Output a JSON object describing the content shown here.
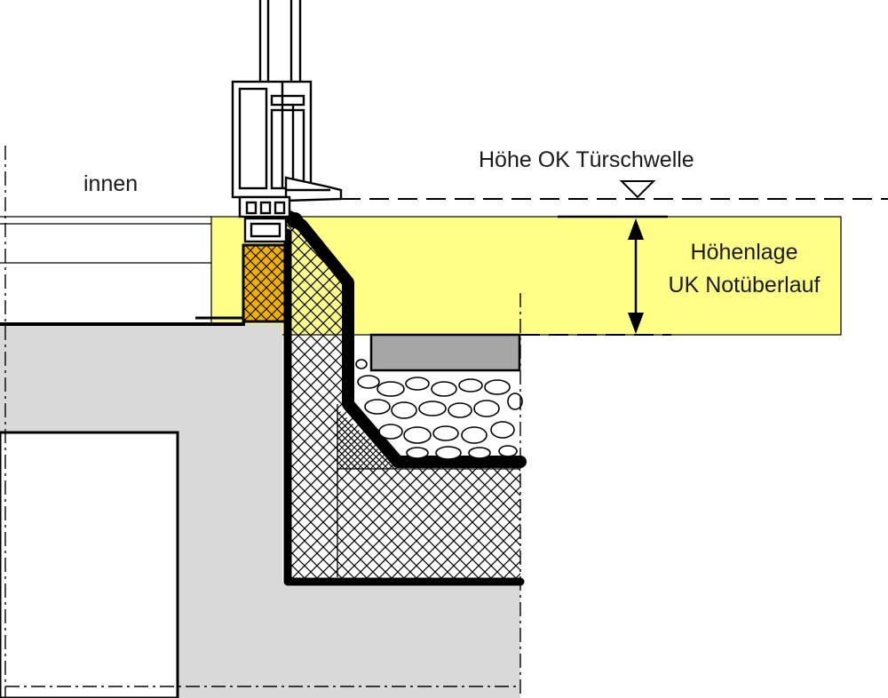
{
  "labels": {
    "inside": "innen",
    "threshold_height": "Höhe OK Türschwelle",
    "overflow_line1": "Höhenlage",
    "overflow_line2": "UK Notüberlauf"
  },
  "colors": {
    "overflow_zone": "#ffff88",
    "concrete": "#d9d9d9",
    "insulation_yellow": "#f0b000",
    "paver": "#a6a6a6",
    "membrane": "#000000"
  }
}
